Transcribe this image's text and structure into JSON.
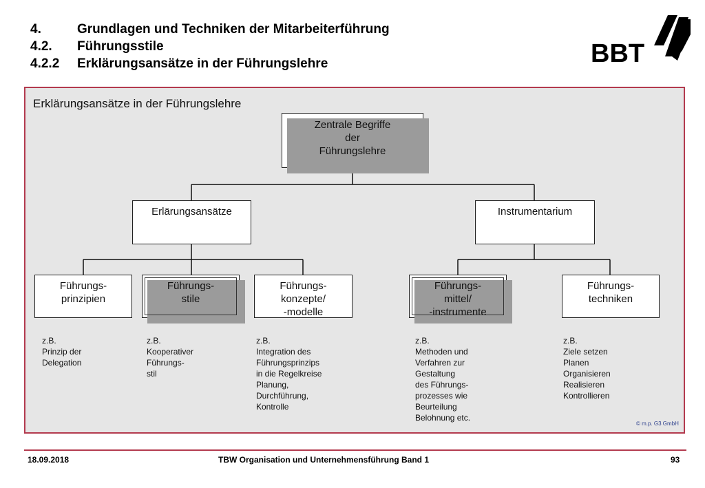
{
  "header": {
    "lines": [
      {
        "num": "4.",
        "text": "Grundlagen und Techniken der Mitarbeiterführung"
      },
      {
        "num": "4.2.",
        "text": "Führungsstile"
      },
      {
        "num": "4.2.2",
        "text": "Erklärungsansätze in der Führungslehre"
      }
    ],
    "logo_text": "BBT"
  },
  "diagram": {
    "title": "Erklärungsansätze in der Führungslehre",
    "root": [
      "Zentrale Begriffe",
      "der",
      "Führungslehre"
    ],
    "left_branch": "Erlärungsansätze",
    "right_branch": "Instrumentarium",
    "leaves": [
      [
        "Führungs-",
        "prinzipien"
      ],
      [
        "Führungs-",
        "stile"
      ],
      [
        "Führungs-",
        "konzepte/",
        "-modelle"
      ],
      [
        "Führungs-",
        "mittel/",
        "-instrumente"
      ],
      [
        "Führungs-",
        "techniken"
      ]
    ],
    "examples": [
      [
        "z.B.",
        "Prinzip der",
        "Delegation"
      ],
      [
        "z.B.",
        "Kooperativer",
        "Führungs-",
        "stil"
      ],
      [
        "z.B.",
        "Integration des",
        "Führungsprinzips",
        "in die Regelkreise",
        "Planung,",
        "Durchführung,",
        "Kontrolle"
      ],
      [
        "z.B.",
        "Methoden und",
        "Verfahren zur",
        "Gestaltung",
        "des Führungs-",
        "prozesses wie",
        "Beurteilung",
        "Belohnung etc."
      ],
      [
        "z.B.",
        "Ziele setzen",
        "Planen",
        "Organisieren",
        "Realisieren",
        "Kontrollieren"
      ]
    ],
    "copyright": "© m.p. G3 GmbH"
  },
  "footer": {
    "date": "18.09.2018",
    "center": "TBW Organisation und Unternehmensführung Band 1",
    "page": "93"
  },
  "colors": {
    "frame_border": "#b33a4e",
    "frame_fill": "#e6e6e6",
    "shadow": "#9b9b9b",
    "copyright": "#2c3f8c"
  }
}
